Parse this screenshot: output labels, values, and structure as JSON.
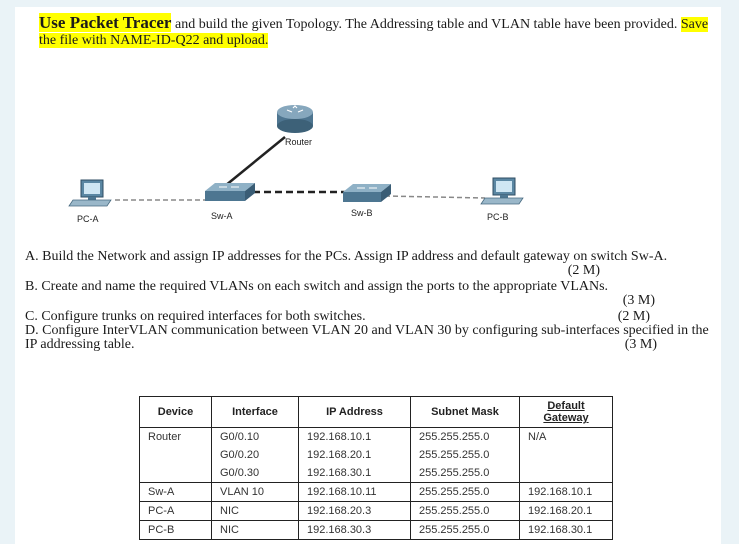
{
  "intro": {
    "lead": "Use Packet Tracer",
    "rest": " and build the given Topology. The Addressing table and VLAN table have been provided. ",
    "save": "Save the file with NAME-ID-Q22 and upload."
  },
  "topology": {
    "router": "Router",
    "sw_a": "Sw-A",
    "sw_b": "Sw-B",
    "pc_a": "PC-A",
    "pc_b": "PC-B"
  },
  "tasks": [
    {
      "text": "A. Build the Network and assign IP addresses for the PCs. Assign IP address and default gateway on switch Sw-A.",
      "marks": "(2 M)"
    },
    {
      "text": "B. Create and name the required VLANs on each switch and assign the ports to the appropriate VLANs.",
      "marks": "(3 M)"
    },
    {
      "text": "C. Configure trunks on required interfaces for both switches.",
      "marks": "(2 M)"
    },
    {
      "text": "D. Configure InterVLAN communication between VLAN 20 and VLAN 30 by configuring sub-interfaces specified in the IP addressing table.",
      "marks": "(3 M)"
    }
  ],
  "table": {
    "headers": [
      "Device",
      "Interface",
      "IP Address",
      "Subnet Mask",
      "Default Gateway"
    ],
    "rows": [
      [
        "Router",
        "G0/0.10",
        "192.168.10.1",
        "255.255.255.0",
        "N/A"
      ],
      [
        "",
        "G0/0.20",
        "192.168.20.1",
        "255.255.255.0",
        ""
      ],
      [
        "",
        "G0/0.30",
        "192.168.30.1",
        "255.255.255.0",
        ""
      ],
      [
        "Sw-A",
        "VLAN 10",
        "192.168.10.11",
        "255.255.255.0",
        "192.168.10.1"
      ],
      [
        "PC-A",
        "NIC",
        "192.168.20.3",
        "255.255.255.0",
        "192.168.20.1"
      ],
      [
        "PC-B",
        "NIC",
        "192.168.30.3",
        "255.255.255.0",
        "192.168.30.1"
      ]
    ]
  },
  "colors": {
    "highlight": "#ffff00",
    "page_bg": "#eaf3f7"
  }
}
